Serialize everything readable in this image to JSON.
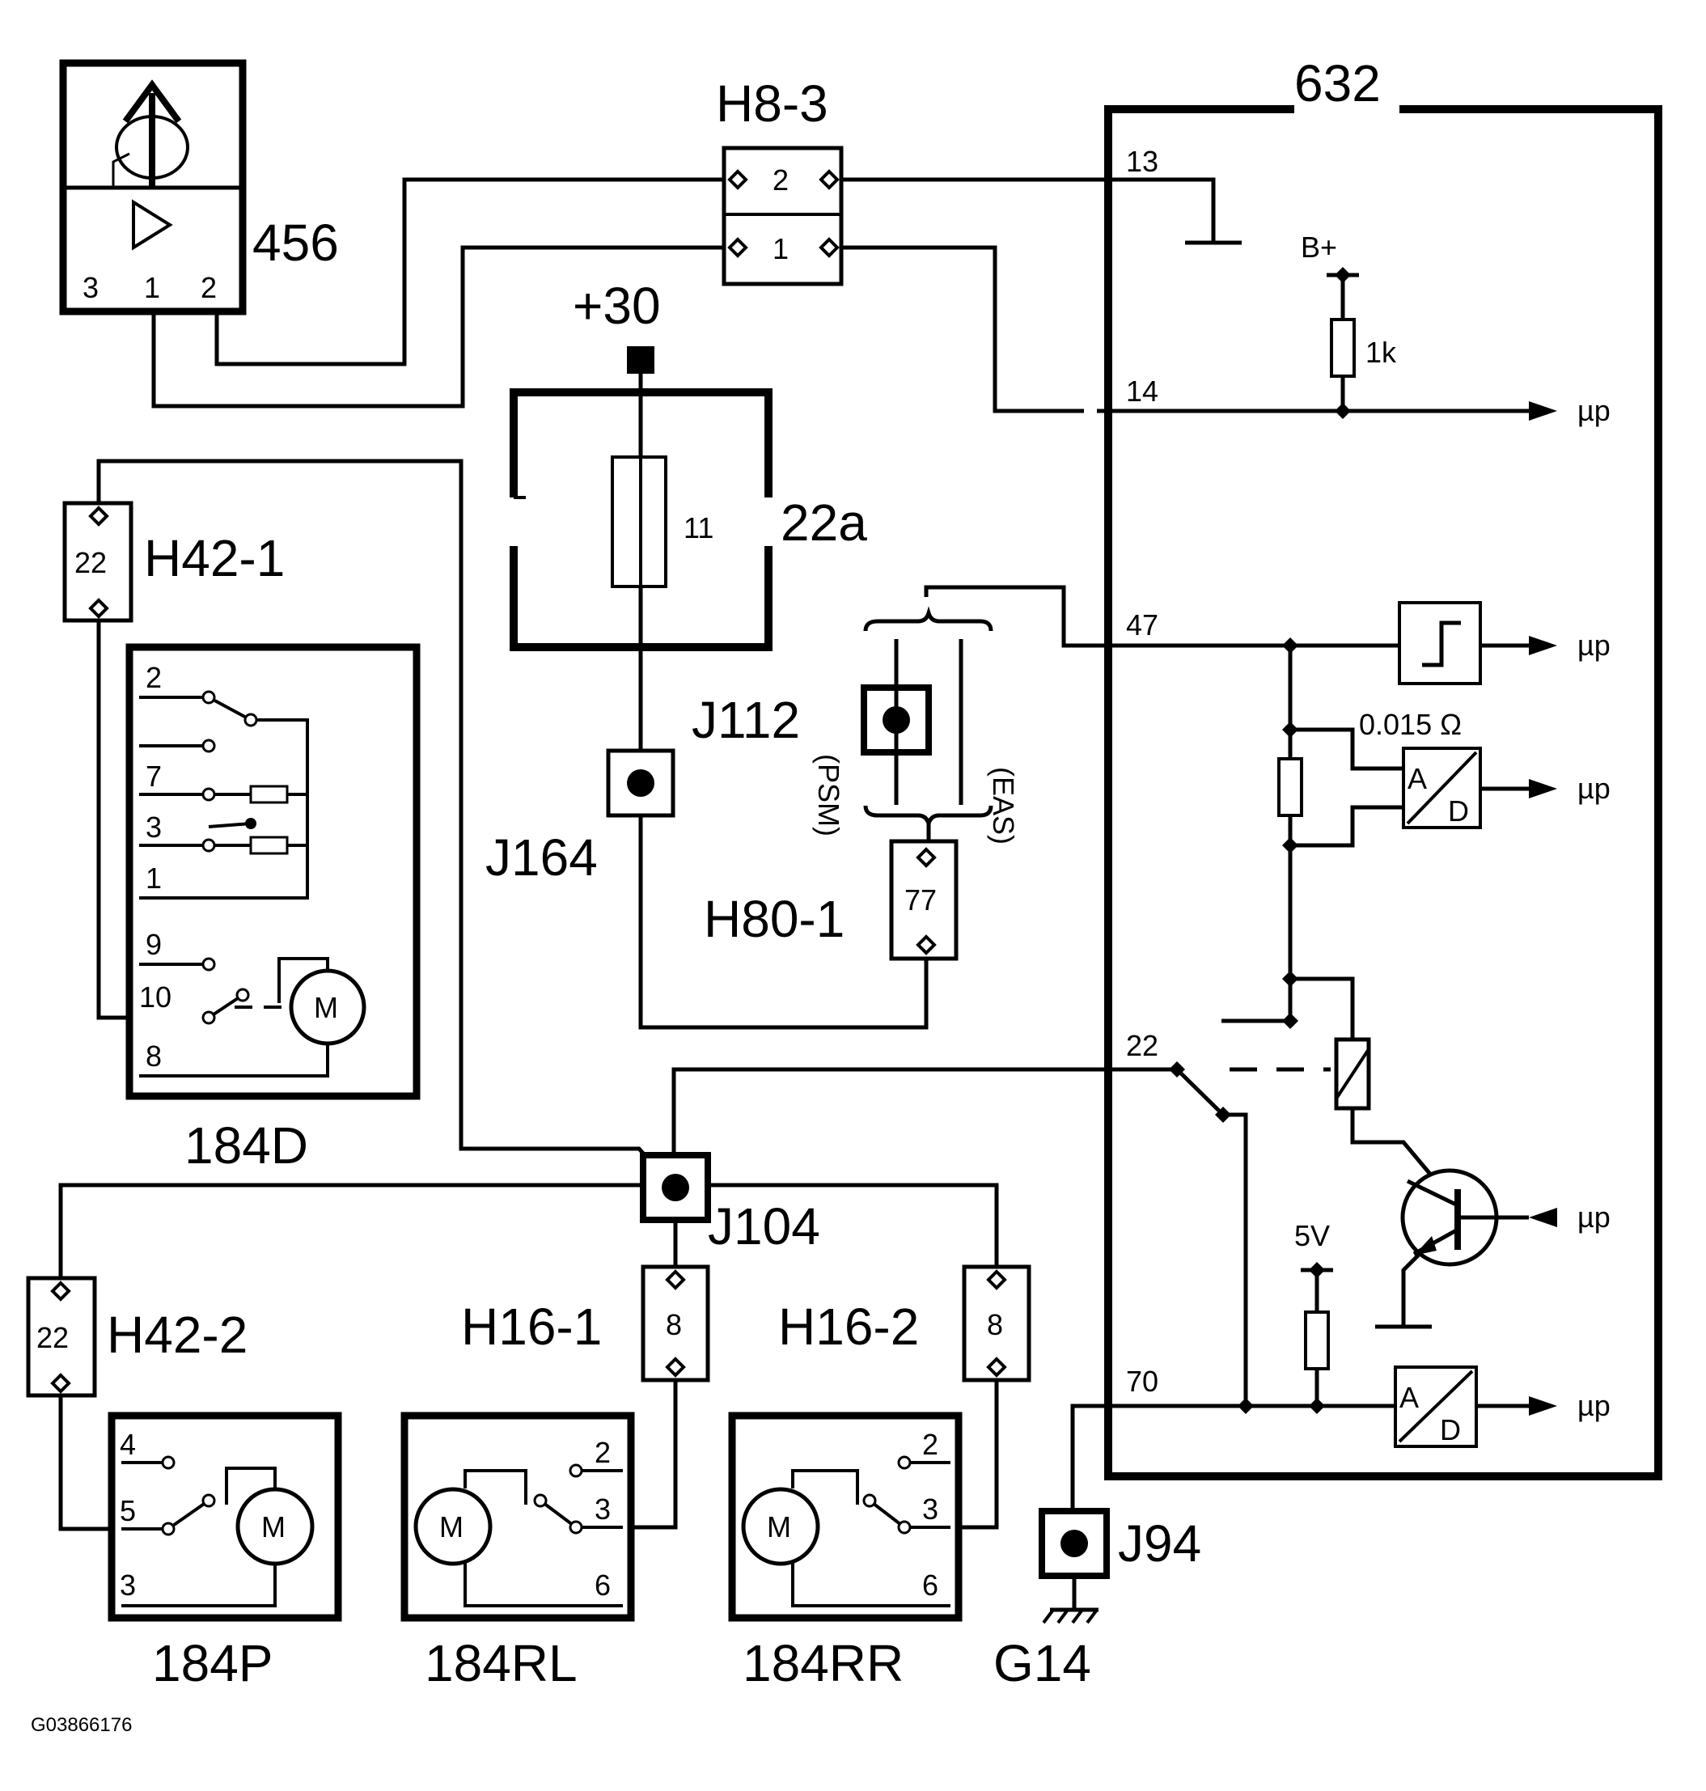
{
  "labels": {
    "c456": "456",
    "h83": "H8-3",
    "c632": "632",
    "plus30": "+30",
    "c22a": "22a",
    "fuse11": "11",
    "h421": "H42-1",
    "h421_pin": "22",
    "c184d": "184D",
    "j112": "J112",
    "j164": "J164",
    "h801": "H80-1",
    "h801_pin": "77",
    "psm": "(PSM)",
    "eas": "(EAS)",
    "bplus": "B+",
    "r1k": "1k",
    "shunt": "0.015 Ω",
    "v5": "5V",
    "up": "µp",
    "j104": "J104",
    "h422": "H42-2",
    "h422_pin": "22",
    "h161": "H16-1",
    "h161_pin": "8",
    "h162": "H16-2",
    "h162_pin": "8",
    "j94": "J94",
    "g14": "G14",
    "c184p": "184P",
    "c184rl": "184RL",
    "c184rr": "184RR",
    "ref": "G03866176",
    "ad_a": "A",
    "ad_d": "D",
    "motor": "M"
  },
  "pins": {
    "s456": [
      "3",
      "1",
      "2"
    ],
    "h83": [
      "2",
      "1"
    ],
    "ecu": [
      "13",
      "14",
      "47",
      "22",
      "70"
    ],
    "d184": [
      "2",
      "7",
      "3",
      "1",
      "9",
      "10",
      "8"
    ],
    "p184": [
      "4",
      "5",
      "3"
    ],
    "rl184": [
      "2",
      "3",
      "6"
    ],
    "rr184": [
      "2",
      "3",
      "6"
    ]
  }
}
